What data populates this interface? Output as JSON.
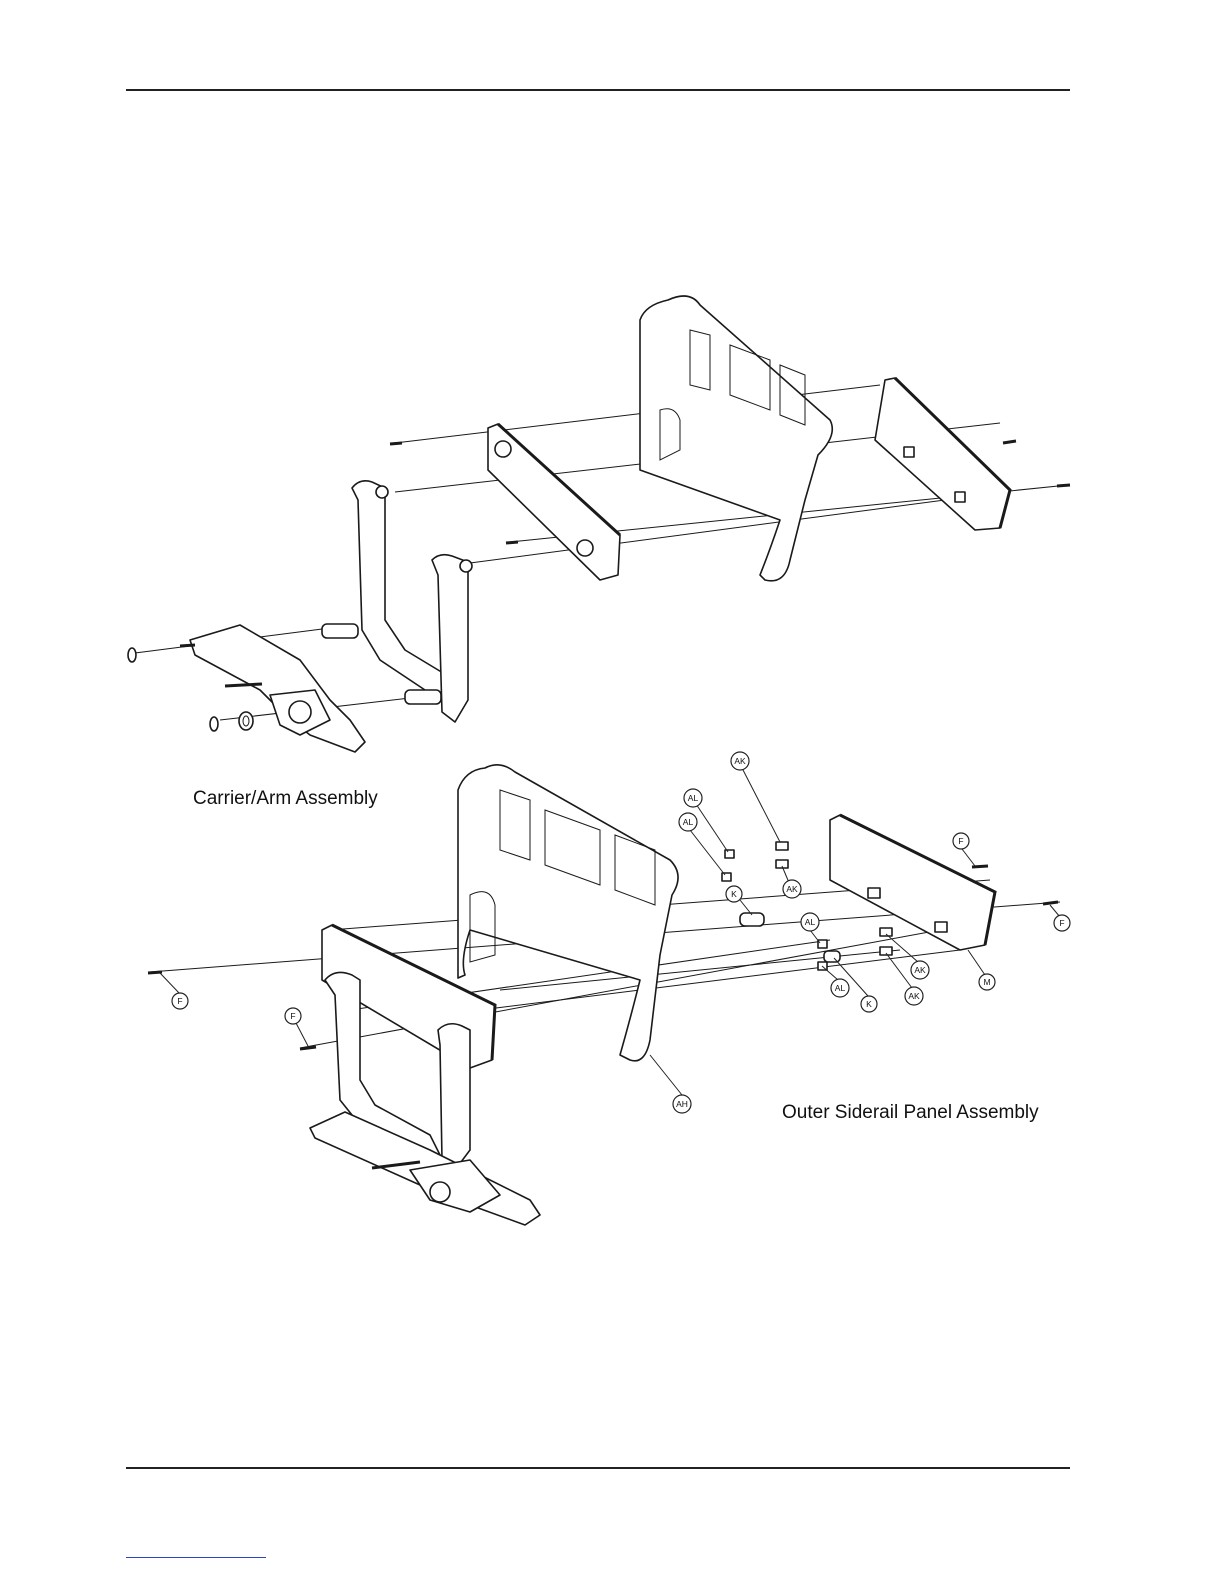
{
  "captions": {
    "carrier_arm": "Carrier/Arm Assembly",
    "outer_siderail": "Outer Siderail Panel Assembly"
  },
  "callouts": [
    "AL",
    "AL",
    "AK",
    "AK",
    "K",
    "F",
    "F",
    "F",
    "F",
    "AL",
    "AL",
    "K",
    "AK",
    "AK",
    "M",
    "AH"
  ]
}
